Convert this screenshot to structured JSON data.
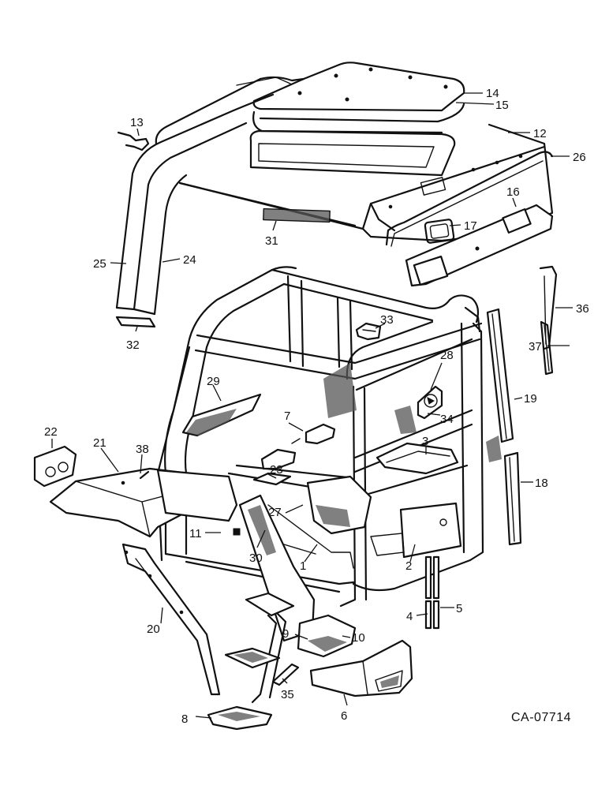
{
  "callouts": {
    "c1": "1",
    "c2": "2",
    "c3": "3",
    "c4": "4",
    "c5": "5",
    "c6": "6",
    "c7": "7",
    "c8": "8",
    "c9": "9",
    "c10": "10",
    "c11": "11",
    "c12": "12",
    "c13": "13",
    "c14": "14",
    "c15": "15",
    "c16": "16",
    "c17": "17",
    "c18": "18",
    "c19": "19",
    "c20": "20",
    "c21": "21",
    "c22": "22",
    "c23": "23",
    "c24": "24",
    "c25": "25",
    "c26": "26",
    "c27": "27",
    "c28": "28",
    "c29": "29",
    "c30": "30",
    "c31": "31",
    "c32": "32",
    "c33": "33",
    "c34": "34",
    "c35": "35",
    "c36": "36",
    "c37": "37",
    "c38": "38"
  },
  "drawing_code": "CA-07714"
}
